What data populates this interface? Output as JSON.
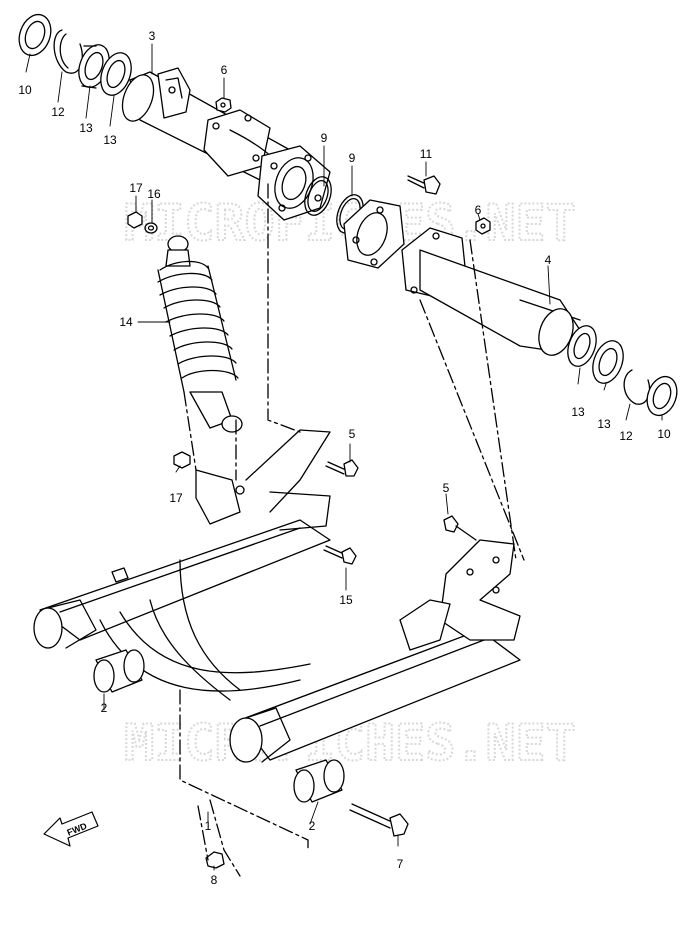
{
  "watermark": {
    "top": "MICROFICHES.NET",
    "bottom": "MICROFICHES.NET"
  },
  "fwd_label": "FWD",
  "callouts": {
    "c1": "1",
    "c2a": "2",
    "c2b": "2",
    "c3": "3",
    "c4": "4",
    "c5a": "5",
    "c5b": "5",
    "c6a": "6",
    "c6b": "6",
    "c7": "7",
    "c8": "8",
    "c9a": "9",
    "c9b": "9",
    "c10a": "10",
    "c10b": "10",
    "c11": "11",
    "c12a": "12",
    "c12b": "12",
    "c13a": "13",
    "c13b": "13",
    "c13c": "13",
    "c13d": "13",
    "c14": "14",
    "c15": "15",
    "c16": "16",
    "c17a": "17",
    "c17b": "17"
  }
}
